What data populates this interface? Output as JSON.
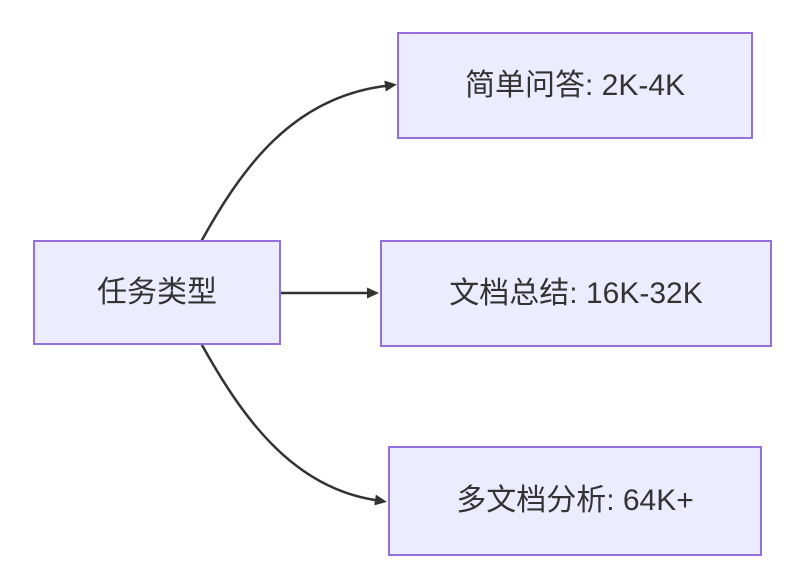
{
  "diagram": {
    "type": "flowchart-left-to-right",
    "root": {
      "label": "任务类型"
    },
    "nodes": [
      {
        "label": "简单问答: 2K-4K"
      },
      {
        "label": "文档总结: 16K-32K"
      },
      {
        "label": "多文档分析: 64K+"
      }
    ],
    "edges": [
      {
        "from": 0,
        "to": 1,
        "shape": "curved-up"
      },
      {
        "from": 0,
        "to": 2,
        "shape": "straight"
      },
      {
        "from": 0,
        "to": 3,
        "shape": "curved-down"
      }
    ],
    "colors": {
      "node_fill": "#ECECFF",
      "node_border": "#9370DB",
      "edge_stroke": "#333333",
      "text": "#333333",
      "background": "#ffffff"
    }
  }
}
